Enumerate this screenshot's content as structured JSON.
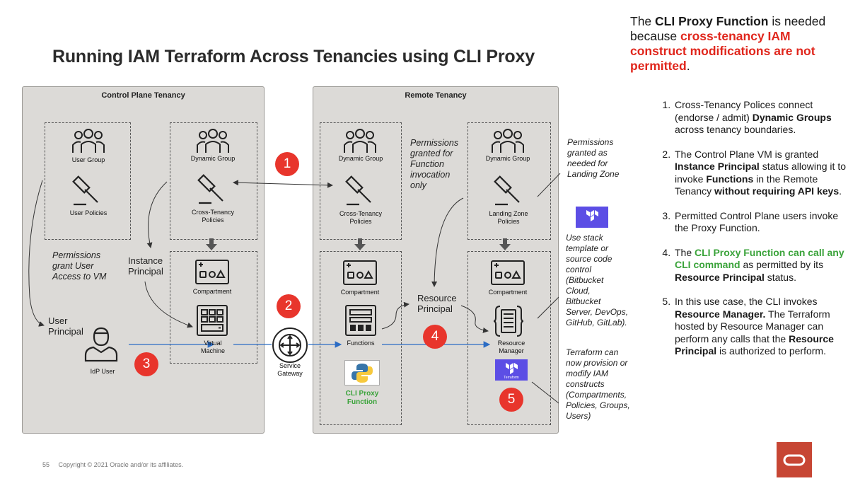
{
  "title": "Running IAM Terraform Across Tenancies using CLI Proxy",
  "control_plane": {
    "title": "Control Plane Tenancy",
    "user_group": "User Group",
    "user_policies": "User Policies",
    "dynamic_group": "Dynamic Group",
    "cross_tenancy_policies": "Cross-Tenancy\nPolicies",
    "compartment": "Compartment",
    "virtual_machine": "Virtual\nMachine",
    "idp_user": "IdP User",
    "permissions_note": "Permissions\ngrant User\nAccess to VM",
    "instance_principal": "Instance\nPrincipal",
    "user_principal": "User\nPrincipal"
  },
  "service_gateway": "Service\nGateway",
  "remote": {
    "title": "Remote Tenancy",
    "dynamic_group_1": "Dynamic Group",
    "cross_tenancy_policies": "Cross-Tenancy\nPolicies",
    "compartment_1": "Compartment",
    "functions": "Functions",
    "cli_proxy_function": "CLI Proxy\nFunction",
    "function_permissions_note": "Permissions\ngranted for\nFunction\ninvocation\nonly",
    "dynamic_group_2": "Dynamic Group",
    "landing_zone_policies": "Landing Zone\nPolicies",
    "compartment_2": "Compartment",
    "resource_manager": "Resource\nManager",
    "resource_principal": "Resource\nPrincipal"
  },
  "landing_zone_note": "Permissions\ngranted as\nneeded for\nLanding Zone",
  "stack_note": "Use stack\ntemplate or\nsource code\ncontrol\n(Bitbucket\nCloud,\nBitbucket\nServer, DevOps,\nGitHub, GitLab).",
  "terraform_note": "Terraform can\nnow provision or\nmodify IAM\nconstructs\n(Compartments,\nPolicies, Groups,\nUsers)",
  "terraform_logo_text": "Terraform",
  "badges": [
    "1",
    "2",
    "3",
    "4",
    "5"
  ],
  "intro": {
    "p1": "The ",
    "p2": "CLI Proxy Function",
    "p3": " is needed because ",
    "p4": "cross-tenancy IAM construct modifications are not permitted",
    "p5": "."
  },
  "steps": [
    {
      "a": "Cross-Tenancy Polices connect (endorse / admit) ",
      "b": "Dynamic Groups",
      "c": " across tenancy boundaries."
    },
    {
      "a": "The Control Plane VM is granted ",
      "b": "Instance Principal",
      "c": " status allowing it to invoke ",
      "d": "Functions",
      "e": " in the Remote Tenancy ",
      "f": "without requiring API keys",
      "g": "."
    },
    {
      "a": "Permitted Control Plane users invoke the Proxy Function."
    },
    {
      "a": "The ",
      "b": "CLI Proxy Function can call any CLI command",
      "c": " as permitted by its ",
      "d": "Resource Principal",
      "e": " status."
    },
    {
      "a": "In this use case, the CLI invokes ",
      "b": "Resource Manager.",
      "c": "  The Terraform hosted by Resource Manager can perform any calls that the ",
      "d": "Resource Principal",
      "e": " is authorized to perform."
    }
  ],
  "footer": {
    "page": "55",
    "copyright": "Copyright © 2021 Oracle and/or its affiliates."
  },
  "colors": {
    "accent_red": "#e0261c",
    "badge_red": "#e8352c",
    "green": "#3aa33a",
    "oracle_red": "#c74634",
    "arrow_blue": "#2b6cc4",
    "terraform_purple": "#5c4ee5"
  },
  "icons": [
    "users-icon",
    "gavel-icon",
    "compartment-icon",
    "vm-icon",
    "user-icon",
    "gateway-icon",
    "functions-icon",
    "python-icon",
    "resource-manager-icon",
    "terraform-icon",
    "oracle-logo-icon"
  ]
}
